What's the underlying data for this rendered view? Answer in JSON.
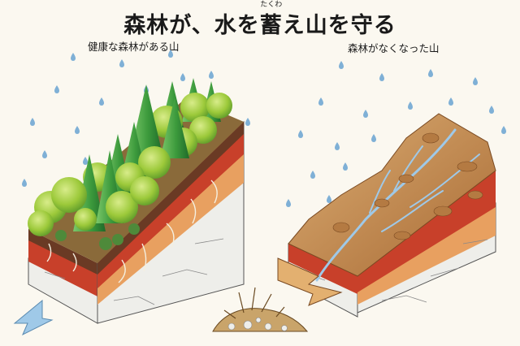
{
  "title": {
    "part1": "森林が、水を",
    "kanji": "蓄",
    "ruby": "たくわ",
    "part2": "え山を守る"
  },
  "captions": {
    "left": "健康な森林がある山",
    "right": "森林がなくなった山"
  },
  "colors": {
    "rain": "#7fb0d6",
    "forest_light": "#9cc93a",
    "forest_dark": "#3c9a3c",
    "soil_red": "#c8402a",
    "soil_orange": "#e8a060",
    "bare_soil": "#c8925a",
    "water": "#9fc9e8",
    "rock": "#eeeeea"
  }
}
